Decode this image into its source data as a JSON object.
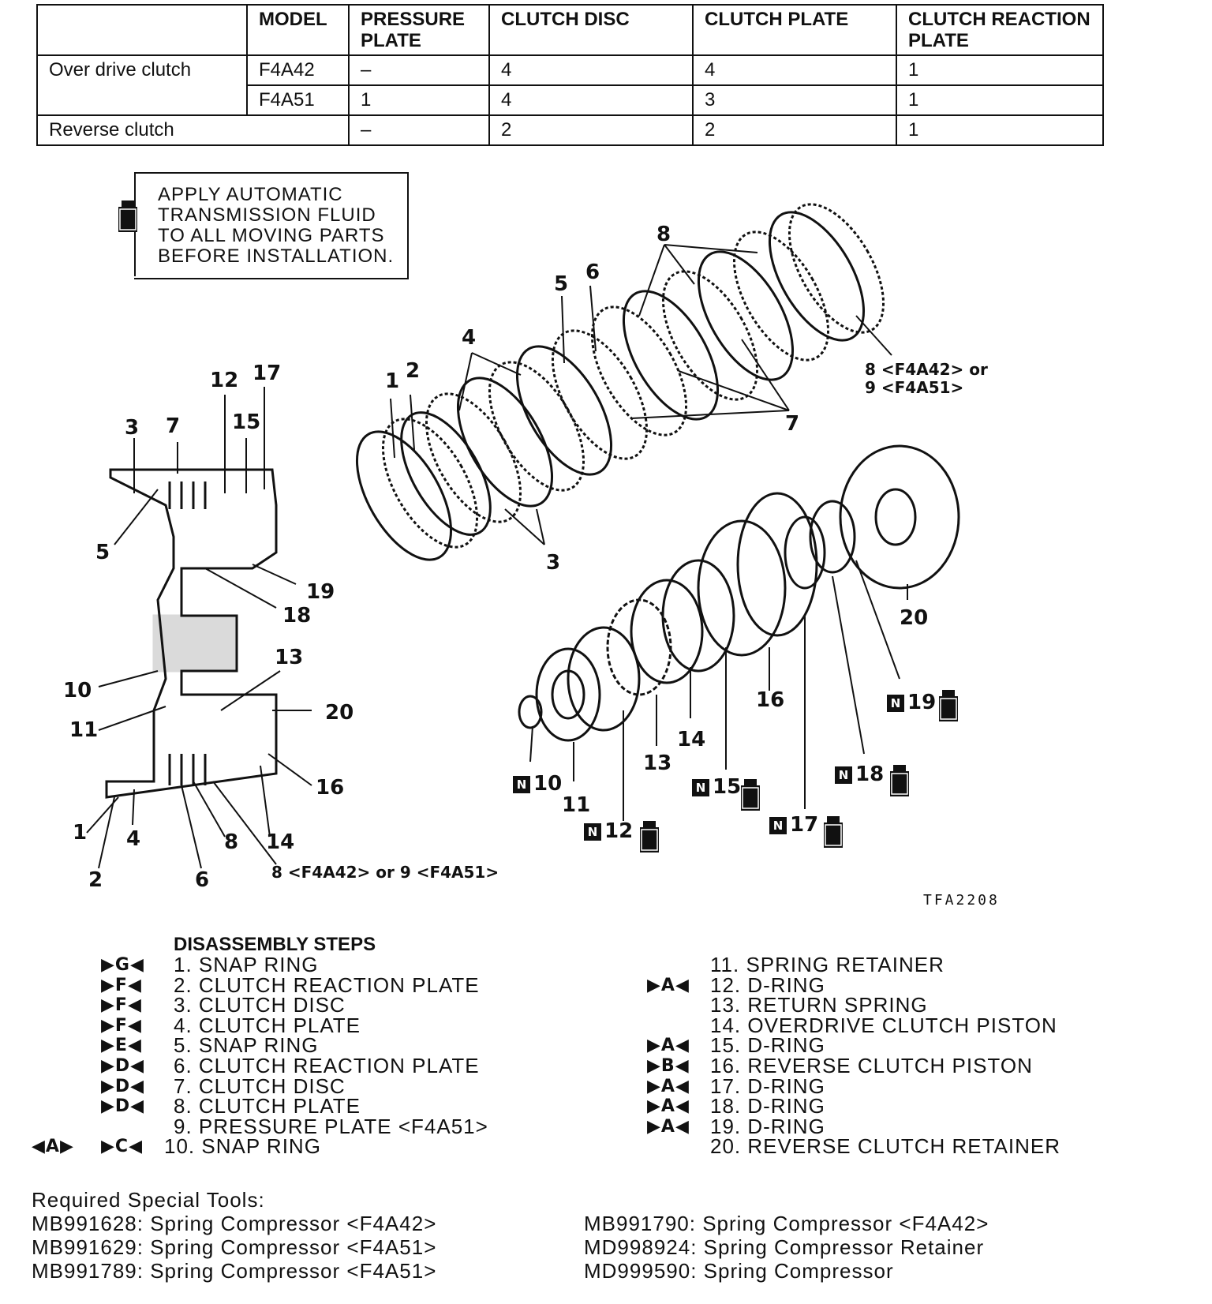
{
  "table": {
    "headers": [
      "",
      "MODEL",
      "PRESSURE PLATE",
      "CLUTCH DISC",
      "CLUTCH PLATE",
      "CLUTCH REACTION PLATE"
    ],
    "rows": [
      {
        "group": "Over drive clutch",
        "model": "F4A42",
        "pressure_plate": "–",
        "clutch_disc": "4",
        "clutch_plate": "4",
        "reaction_plate": "1"
      },
      {
        "group": "",
        "model": "F4A51",
        "pressure_plate": "1",
        "clutch_disc": "4",
        "clutch_plate": "3",
        "reaction_plate": "1"
      },
      {
        "group": "Reverse clutch",
        "model": "",
        "pressure_plate": "–",
        "clutch_disc": "2",
        "clutch_plate": "2",
        "reaction_plate": "1"
      }
    ]
  },
  "note": {
    "lines": [
      "APPLY AUTOMATIC",
      "TRANSMISSION FLUID",
      "TO ALL MOVING PARTS",
      "BEFORE INSTALLATION."
    ]
  },
  "diagram": {
    "figure_id": "TFA2208",
    "callouts_exploded": [
      "1",
      "2",
      "3",
      "4",
      "5",
      "6",
      "7",
      "8",
      "8 <F4A42> or",
      "9 <F4A51>",
      "10",
      "11",
      "12",
      "13",
      "14",
      "15",
      "16",
      "17",
      "18",
      "19",
      "20"
    ],
    "callouts_section": [
      "1",
      "2",
      "3",
      "4",
      "5",
      "6",
      "7",
      "8",
      "10",
      "11",
      "12",
      "13",
      "14",
      "15",
      "16",
      "17",
      "18",
      "19",
      "20",
      "8 <F4A42> or 9 <F4A51>"
    ],
    "new_part_mark": "N"
  },
  "steps": {
    "title": "DISASSEMBLY STEPS",
    "left": [
      {
        "mark": "▶G◀",
        "text": "1. SNAP RING"
      },
      {
        "mark": "▶F◀",
        "text": "2. CLUTCH REACTION PLATE"
      },
      {
        "mark": "▶F◀",
        "text": "3. CLUTCH DISC"
      },
      {
        "mark": "▶F◀",
        "text": "4. CLUTCH PLATE"
      },
      {
        "mark": "▶E◀",
        "text": "5. SNAP RING"
      },
      {
        "mark": "▶D◀",
        "text": "6. CLUTCH REACTION PLATE"
      },
      {
        "mark": "▶D◀",
        "text": "7. CLUTCH DISC"
      },
      {
        "mark": "▶D◀",
        "text": "8. CLUTCH PLATE"
      },
      {
        "mark": "",
        "text": "9. PRESSURE PLATE <F4A51>"
      },
      {
        "mark": "▶C◀",
        "pre": "◀A▶",
        "text": "10. SNAP RING"
      }
    ],
    "right": [
      {
        "mark": "",
        "text": "11. SPRING RETAINER"
      },
      {
        "mark": "▶A◀",
        "text": "12. D-RING"
      },
      {
        "mark": "",
        "text": "13. RETURN SPRING"
      },
      {
        "mark": "",
        "text": "14. OVERDRIVE CLUTCH PISTON"
      },
      {
        "mark": "▶A◀",
        "text": "15. D-RING"
      },
      {
        "mark": "▶B◀",
        "text": "16. REVERSE CLUTCH PISTON"
      },
      {
        "mark": "▶A◀",
        "text": "17. D-RING"
      },
      {
        "mark": "▶A◀",
        "text": "18. D-RING"
      },
      {
        "mark": "▶A◀",
        "text": "19. D-RING"
      },
      {
        "mark": "",
        "text": "20. REVERSE CLUTCH RETAINER"
      }
    ]
  },
  "tools": {
    "title": "Required Special Tools:",
    "left": [
      "MB991628: Spring Compressor <F4A42>",
      "MB991629: Spring Compressor <F4A51>",
      "MB991789: Spring Compressor <F4A51>"
    ],
    "right": [
      "MB991790: Spring Compressor <F4A42>",
      "MD998924: Spring Compressor Retainer",
      "MD999590: Spring Compressor"
    ]
  }
}
